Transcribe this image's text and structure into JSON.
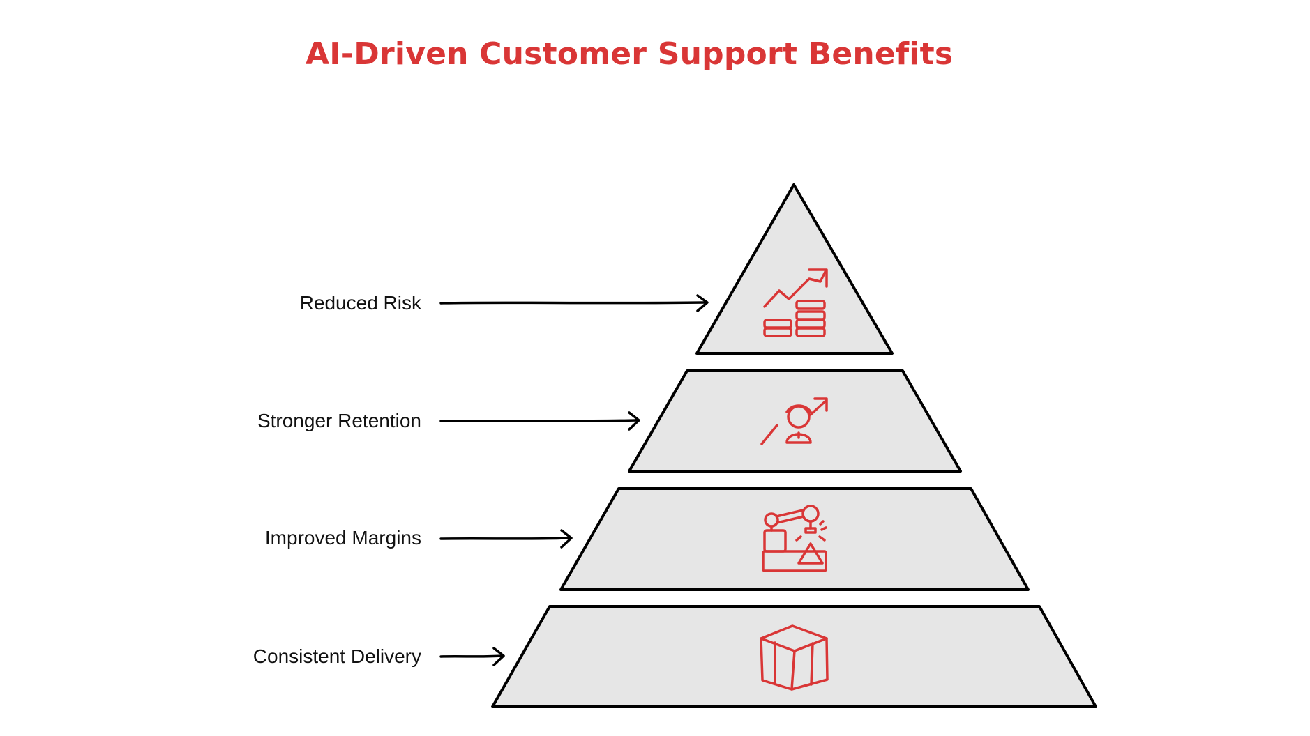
{
  "title": "AI-Driven Customer Support Benefits",
  "colors": {
    "accent": "#d93636",
    "tier_fill": "#e6e6e6",
    "outline": "#000000",
    "text": "#111111"
  },
  "tiers": [
    {
      "label": "Reduced Risk",
      "icon": "rising-trend-coins-icon"
    },
    {
      "label": "Stronger Retention",
      "icon": "customer-growth-icon"
    },
    {
      "label": "Improved Margins",
      "icon": "robotic-arm-icon"
    },
    {
      "label": "Consistent Delivery",
      "icon": "package-box-icon"
    }
  ]
}
